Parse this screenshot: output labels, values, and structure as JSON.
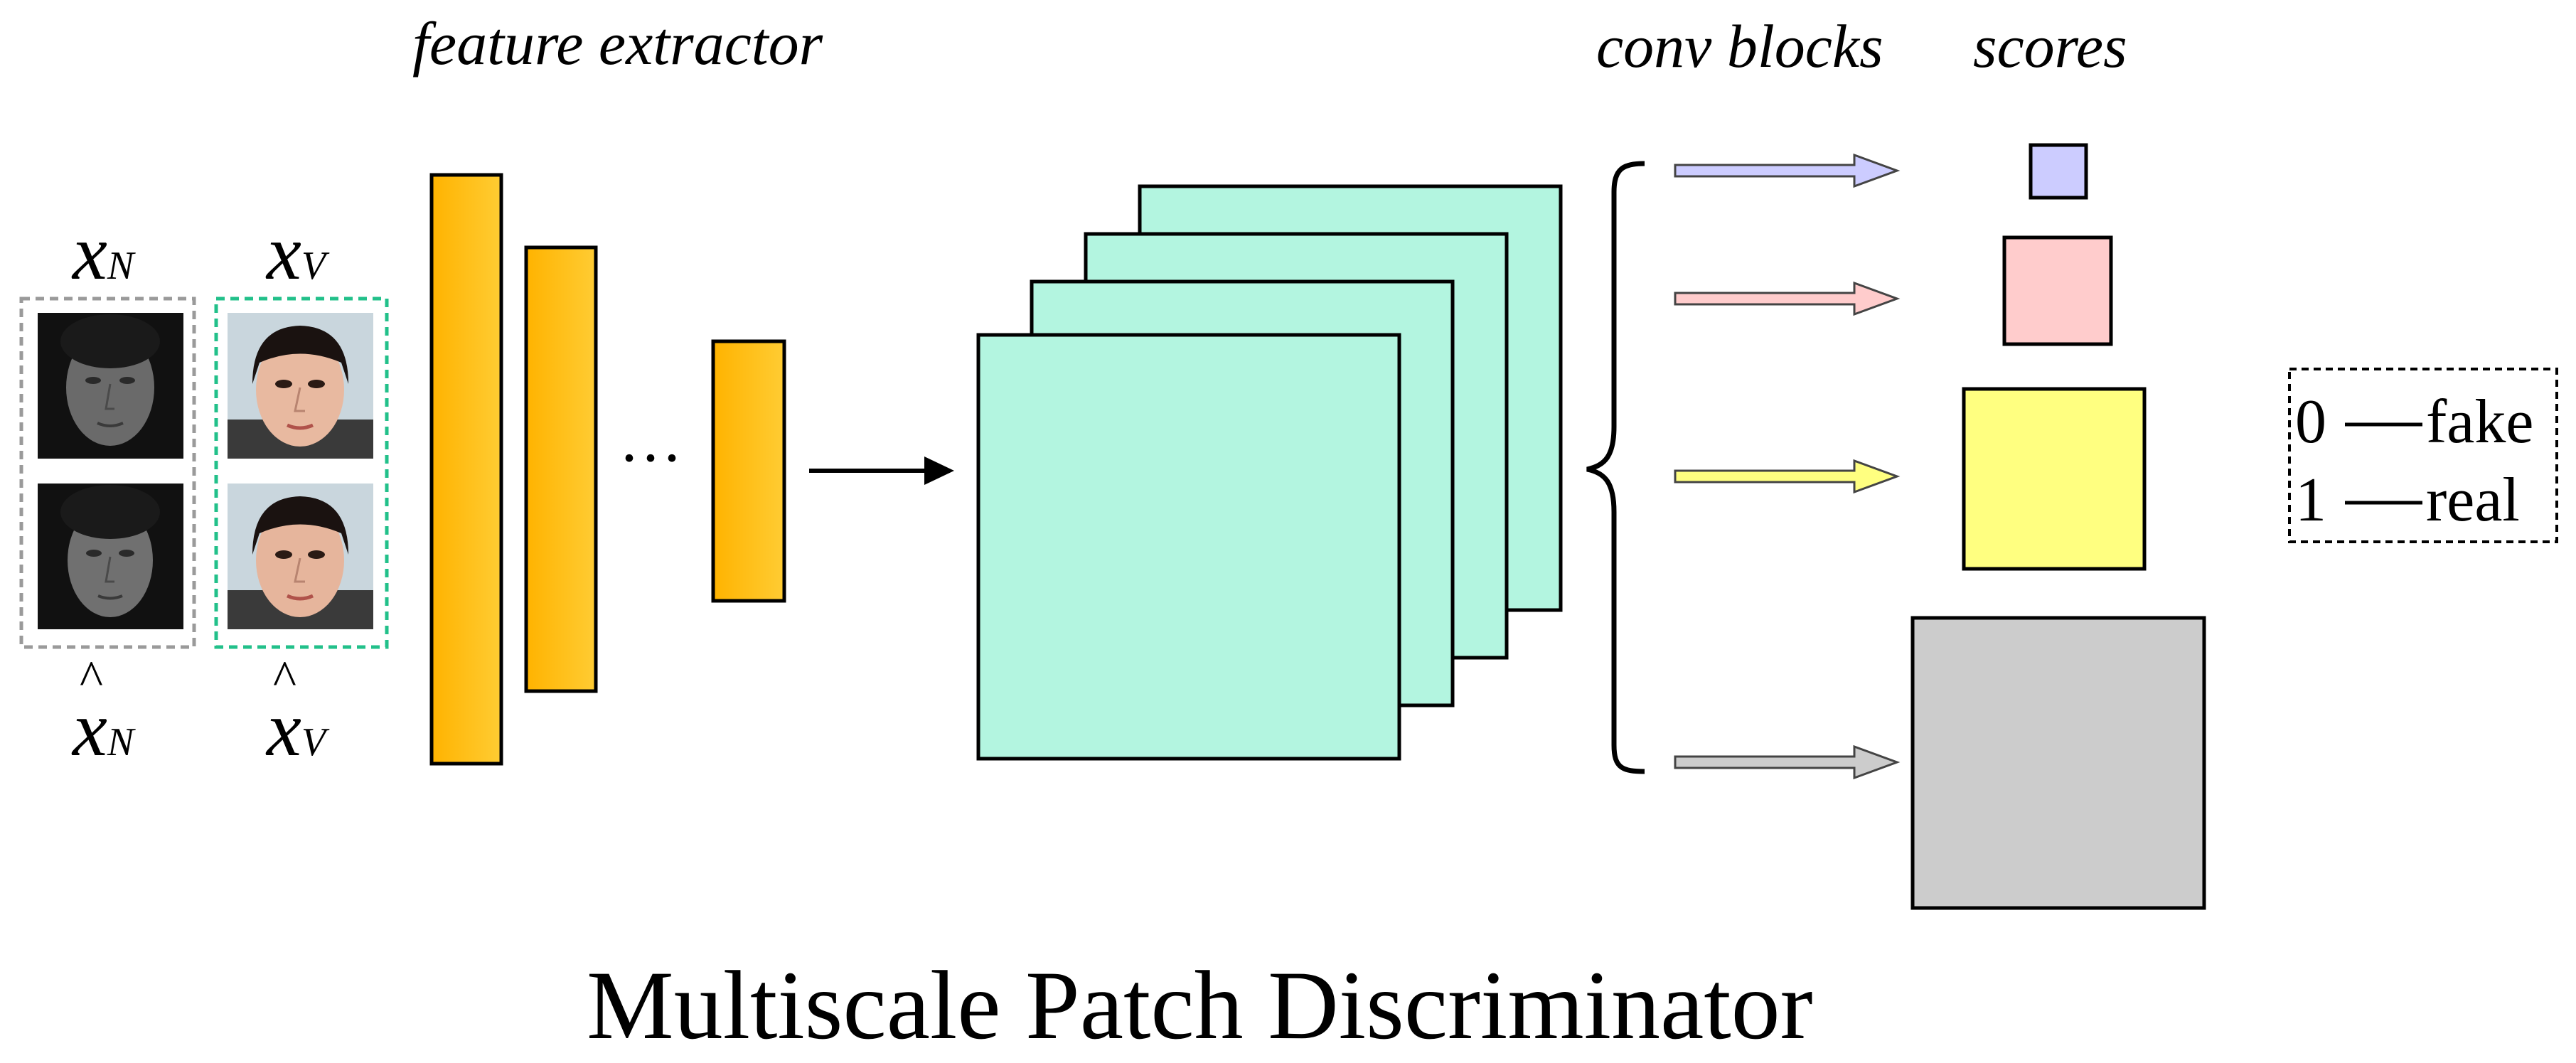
{
  "labels": {
    "feature_extractor": "feature extractor",
    "conv_blocks": "conv blocks",
    "scores": "scores",
    "ellipsis": "···",
    "title": "Multiscale Patch Discriminator"
  },
  "inputs": {
    "x_n": {
      "symbol": "x",
      "subscript": "N"
    },
    "x_v": {
      "symbol": "x",
      "subscript": "V"
    },
    "x_n_hat": {
      "symbol": "x",
      "hat": "^",
      "subscript": "N"
    },
    "x_v_hat": {
      "symbol": "x",
      "hat": "^",
      "subscript": "V"
    }
  },
  "legend": {
    "fake": {
      "value": "0",
      "label": "fake"
    },
    "real": {
      "value": "1",
      "label": "real"
    }
  },
  "colors": {
    "feature_bar": "#FFB300",
    "feature_bar_light": "#FFC928",
    "conv_block": "#B3F5E0",
    "nir_border": "#9a9a9a",
    "vis_border": "#22C08A",
    "score_1": "#CCCCFF",
    "score_2": "#FFCCCC",
    "score_3": "#FFFF80",
    "score_4": "#CCCCCC"
  }
}
